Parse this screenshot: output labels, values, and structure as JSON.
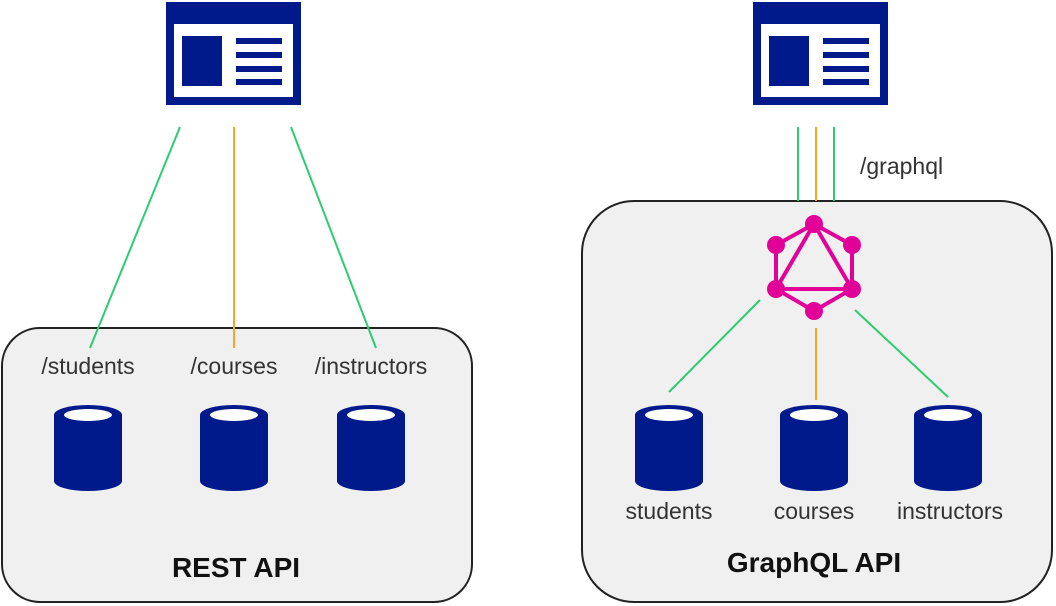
{
  "rest": {
    "title": "REST API",
    "endpoints": [
      {
        "label": "/students"
      },
      {
        "label": "/courses"
      },
      {
        "label": "/instructors"
      }
    ]
  },
  "graphql": {
    "title": "GraphQL API",
    "endpoint": "/graphql",
    "sources": [
      {
        "label": "students"
      },
      {
        "label": "courses"
      },
      {
        "label": "instructors"
      }
    ]
  },
  "colors": {
    "navy": "#001a8c",
    "green": "#2ecc71",
    "orange": "#f5a623",
    "graphql_pink": "#e10098",
    "panel_fill": "#f0f0f0",
    "panel_stroke": "#222222"
  },
  "icons": [
    "client-app-icon",
    "database-icon",
    "graphql-logo-icon"
  ]
}
